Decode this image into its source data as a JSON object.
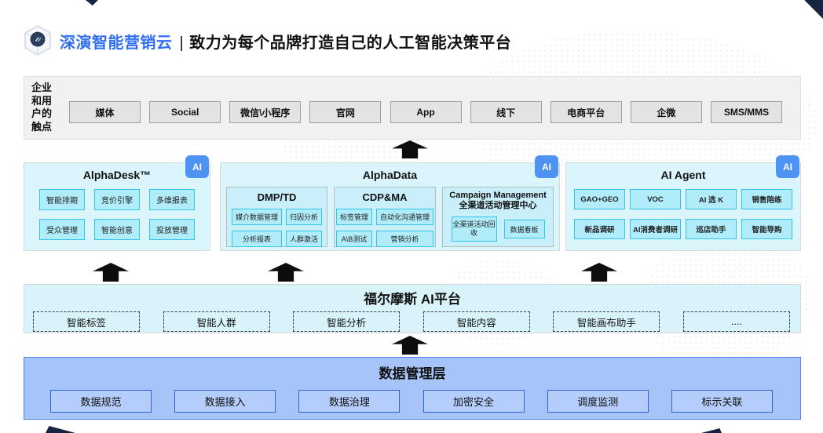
{
  "header": {
    "brand": "深演智能营销云",
    "separator": "|",
    "tagline": "致力为每个品牌打造自己的人工智能决策平台"
  },
  "touchpoints": {
    "label": "企业和用户的触点",
    "items": [
      "媒体",
      "Social",
      "微信\\小程序",
      "官网",
      "App",
      "线下",
      "电商平台",
      "企微",
      "SMS/MMS"
    ]
  },
  "panels": {
    "badge": "AI",
    "alphadesk": {
      "title": "AlphaDesk™",
      "items": [
        "智能排期",
        "竞价引擎",
        "多维报表",
        "受众管理",
        "智能创意",
        "投放管理"
      ]
    },
    "alphadata": {
      "title": "AlphaData",
      "dmp": {
        "title": "DMP/TD",
        "items": [
          "媒介数据管理",
          "归因分析",
          "分析报表",
          "人群激活"
        ]
      },
      "cdp": {
        "title": "CDP&MA",
        "items": [
          "标签管理",
          "自动化沟通管理",
          "A\\B测试",
          "营销分析"
        ]
      },
      "campaign": {
        "title_en": "Campaign Management",
        "title_zh": "全渠道活动管理中心",
        "items": [
          "全渠道活动回收",
          "数据看板"
        ]
      }
    },
    "agent": {
      "title": "AI Agent",
      "items": [
        "GAO+GEO",
        "VOC",
        "AI 选 K",
        "销售陪练",
        "新品调研",
        "AI消费者调研",
        "巡店助手",
        "智能导购"
      ]
    }
  },
  "holmes": {
    "title": "福尔摩斯 AI平台",
    "items": [
      "智能标签",
      "智能人群",
      "智能分析",
      "智能内容",
      "智能画布助手",
      "...."
    ]
  },
  "data_layer": {
    "title": "数据管理层",
    "items": [
      "数据规范",
      "数据接入",
      "数据治理",
      "加密安全",
      "调度监测",
      "标示关联"
    ]
  },
  "colors": {
    "brand_blue": "#2f6ef2",
    "badge_blue": "#4e92f3",
    "panel_cyan": "#daf5fc",
    "item_cyan": "#b0ecfa",
    "item_cyan_border": "#31c6e8",
    "data_layer_blue": "#a6c4f8",
    "data_item_border": "#2e62d8",
    "arrow_black": "#0d0d0d"
  }
}
